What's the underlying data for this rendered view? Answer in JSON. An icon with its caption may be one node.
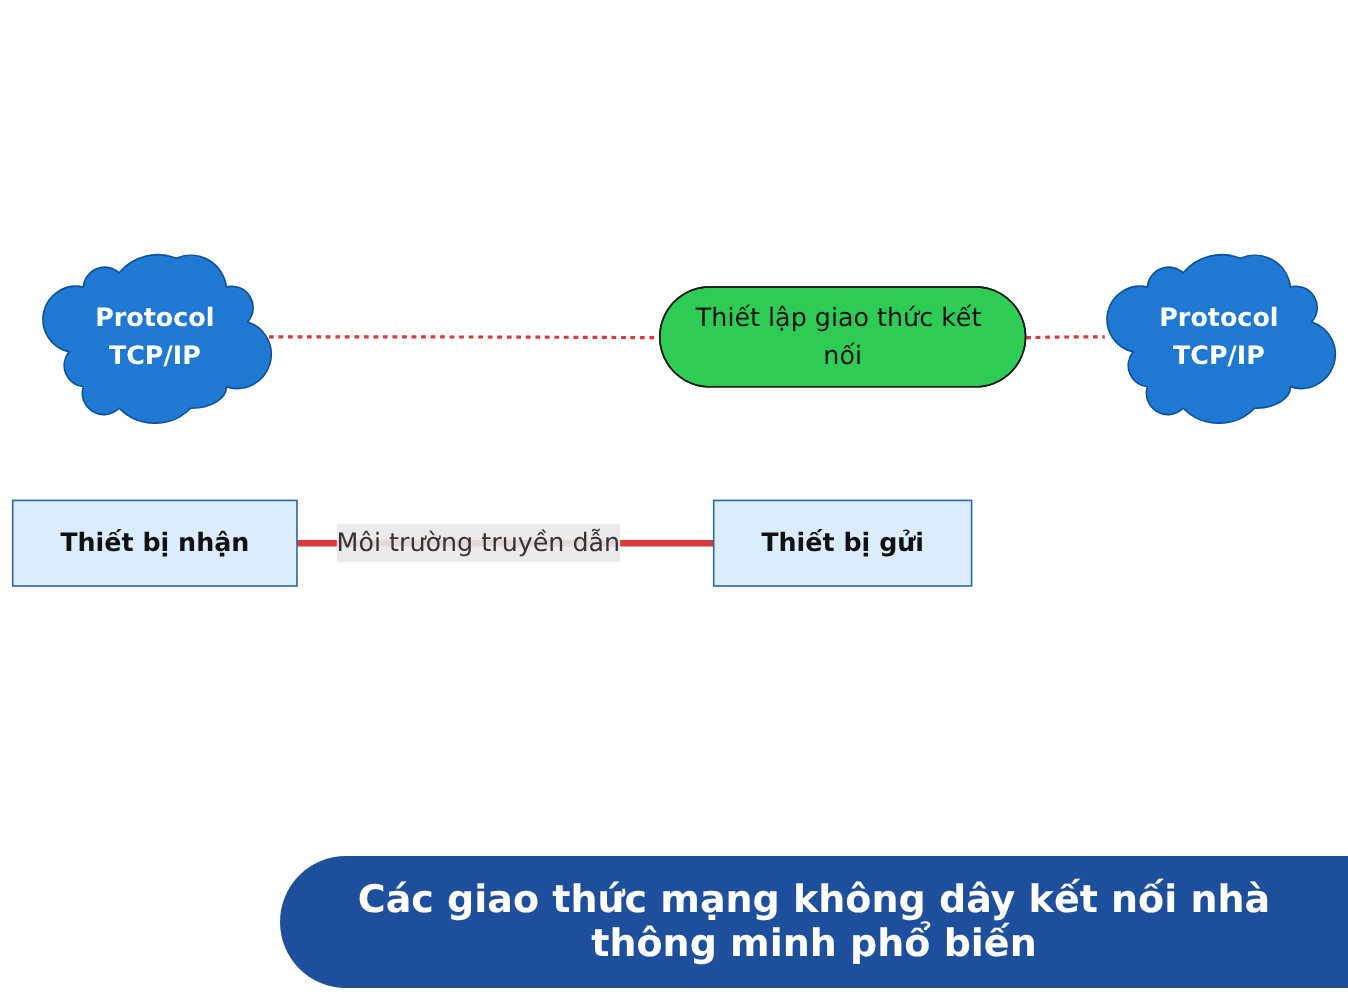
{
  "diagram": {
    "caption": "Các giao thức mạng không dây kết nối nhà thông minh phổ biến",
    "nodes": [
      {
        "text": [
          "Protocol",
          "TCP/IP"
        ]
      },
      {
        "text": [
          "Thiết lập giao thức kết nối"
        ]
      },
      {
        "text": [
          "Protocol",
          "TCP/IP"
        ]
      },
      {
        "text": [
          "Thiết bị nhận"
        ]
      },
      {
        "text": [
          "Thiết bị gửi"
        ]
      }
    ],
    "edges": [
      {
        "from": 0,
        "to": 1,
        "arrow": "none",
        "style": "dashed"
      },
      {
        "from": 1,
        "to": 2,
        "arrow": "none",
        "style": "dashed"
      },
      {
        "from": 3,
        "to": 4,
        "arrow": "none",
        "label": "Môi trường truyền dẫn",
        "style": "thick"
      }
    ]
  }
}
